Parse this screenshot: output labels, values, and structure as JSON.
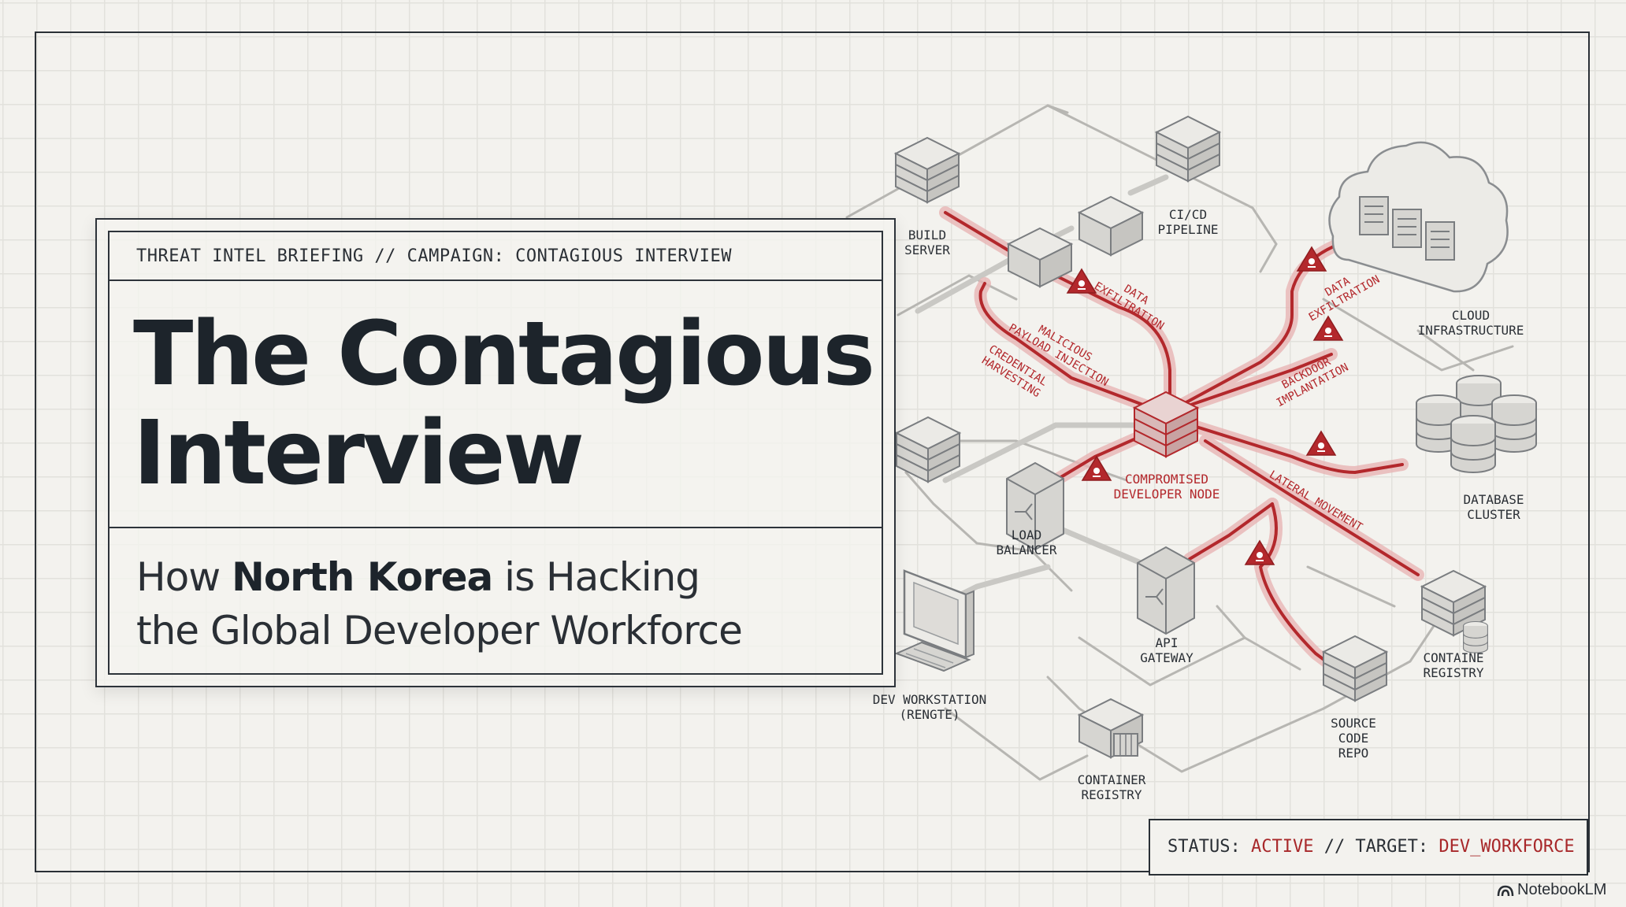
{
  "title_card": {
    "kicker": "THREAT INTEL BRIEFING // CAMPAIGN: CONTAGIOUS INTERVIEW",
    "title_line1": "The Contagious",
    "title_line2": "Interview",
    "subtitle_pre": "How ",
    "subtitle_bold": "North Korea",
    "subtitle_post": " is Hacking",
    "subtitle_line2": "the Global Developer Workforce"
  },
  "diagram": {
    "nodes": {
      "build_server": [
        "BUILD",
        "SERVER"
      ],
      "ci_cd": [
        "CI/CD",
        "PIPELINE"
      ],
      "cloud": [
        "CLOUD",
        "INFRASTRUCTURE"
      ],
      "compromised": [
        "COMPROMISED",
        "DEVELOPER NODE"
      ],
      "database": [
        "DATABASE",
        "CLUSTER"
      ],
      "load_balancer": [
        "LOAD",
        "BALANCER"
      ],
      "api_gateway": [
        "API",
        "GATEWAY"
      ],
      "container_registry_right": [
        "CONTAINE",
        "REGISTRY"
      ],
      "dev_workstation": [
        "DEV WORKSTATION",
        "(RENGTE)"
      ],
      "source_repo": [
        "SOURCE",
        "CODE",
        "REPO"
      ],
      "container_registry_bottom": [
        "CONTAINER",
        "REGISTRY"
      ]
    },
    "attack_labels": {
      "data_exfil_left": [
        "DATA",
        "EXFILTRATION"
      ],
      "malicious": [
        "MALICIOUS",
        "PAYLOAD INJECTION"
      ],
      "credential": [
        "CREDENTIAL",
        "HARVESTING"
      ],
      "data_exfil_right": [
        "DATA",
        "EXFILTRATION"
      ],
      "backdoor": [
        "BACKDOOR",
        "IMPLANTATION"
      ],
      "lateral": [
        "LATERAL MOVEMENT"
      ]
    }
  },
  "status": {
    "status_label": "STATUS: ",
    "status_value": "ACTIVE",
    "sep": " // TARGET: ",
    "target_value": "DEV_WORKFORCE"
  },
  "brand": "NotebookLM",
  "colors": {
    "accent_red": "#b3282c",
    "ink": "#1d242b",
    "background": "#f3f2ee"
  }
}
